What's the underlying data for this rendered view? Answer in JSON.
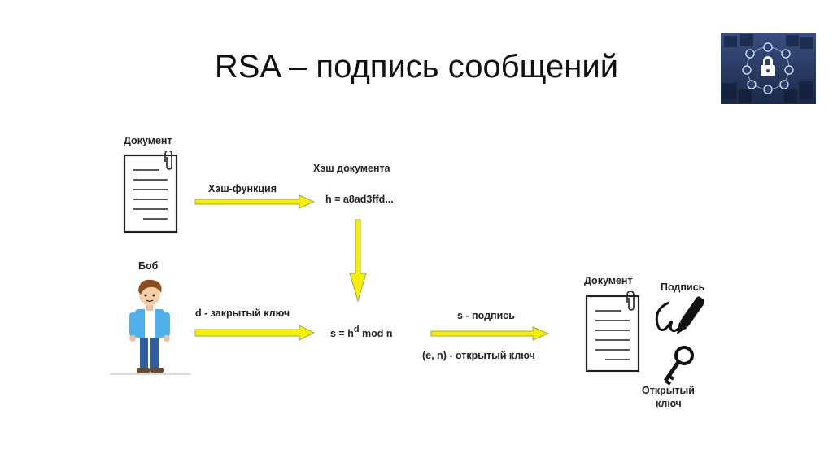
{
  "title": "RSA – подпись сообщений",
  "colors": {
    "arrow_fill": "#f5f000",
    "arrow_stroke": "#a9a34a",
    "text": "#222222"
  },
  "labels": {
    "document_top": "Документ",
    "hash_function": "Хэш-функция",
    "hash_document": "Хэш документа",
    "hash_value": "h = a8ad3ffd...",
    "bob": "Боб",
    "private_key": "d - закрытый ключ",
    "formula_s": "s = h",
    "formula_exp": "d",
    "formula_mod": " mod n",
    "signature_arrow": "s - подпись",
    "public_key_pair": "(e, n) - открытый ключ",
    "document_right": "Документ",
    "signature": "Подпись",
    "public_key_line1": "Открытый",
    "public_key_line2": "ключ"
  },
  "icons": {
    "document": "document-icon",
    "person": "person-icon",
    "signature": "pen-signature-icon",
    "key": "key-icon",
    "security": "security-network-image"
  }
}
